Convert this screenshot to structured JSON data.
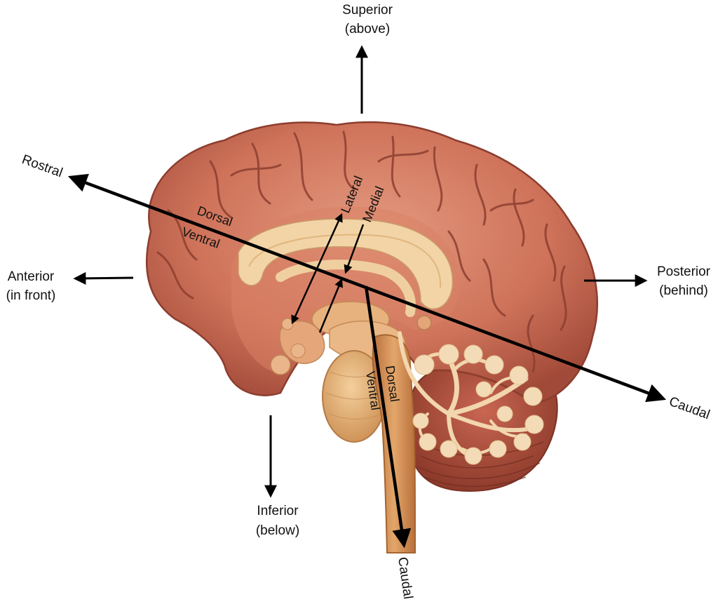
{
  "labels": {
    "superior_1": "Superior",
    "superior_2": "(above)",
    "inferior_1": "Inferior",
    "inferior_2": "(below)",
    "anterior_1": "Anterior",
    "anterior_2": "(in front)",
    "posterior_1": "Posterior",
    "posterior_2": "(behind)",
    "rostral": "Rostral",
    "caudal_right": "Caudal",
    "caudal_bottom": "Caudal",
    "dorsal_upper": "Dorsal",
    "ventral_upper": "Ventral",
    "dorsal_stem": "Dorsal",
    "ventral_stem": "Ventral",
    "lateral": "Lateral",
    "medial": "Medial"
  },
  "colors": {
    "cortex": "#c9684f",
    "cortex_dark": "#9e4636",
    "cortex_light": "#e0937a",
    "internal": "#e9b586",
    "corpus_callosum": "#f1d3a6",
    "brainstem": "#d8955a",
    "cerebellum_tissue": "#b5543e",
    "arbor_vitae": "#f3d7b0",
    "arrow": "#000000",
    "text": "#111111"
  }
}
